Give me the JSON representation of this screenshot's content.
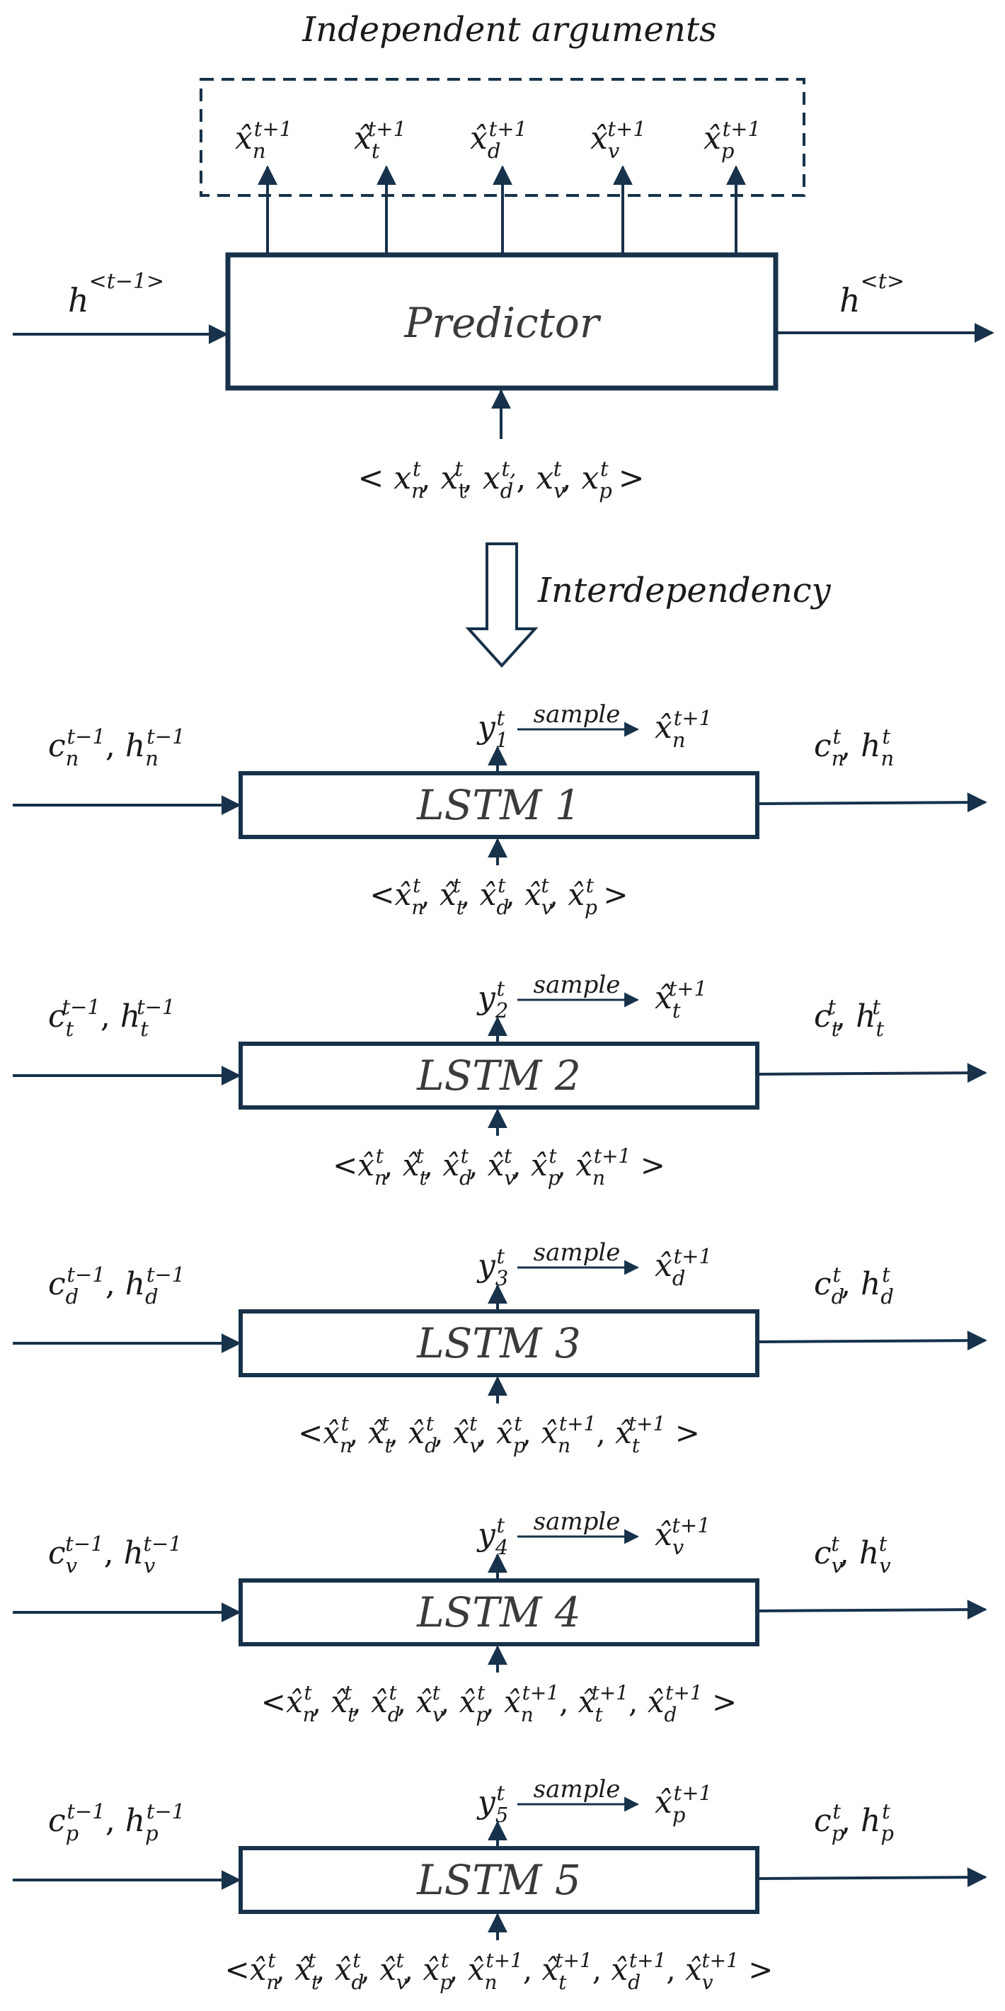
{
  "top": {
    "group_label": "Independent arguments",
    "predictor_label": "Predictor",
    "outputs": [
      {
        "base": "x̂",
        "sub": "n",
        "sup": "t+1"
      },
      {
        "base": "x̂",
        "sub": "t",
        "sup": "t+1"
      },
      {
        "base": "x̂",
        "sub": "d",
        "sup": "t+1"
      },
      {
        "base": "x̂",
        "sub": "v",
        "sup": "t+1"
      },
      {
        "base": "x̂",
        "sub": "p",
        "sup": "t+1"
      }
    ],
    "hidden_in": {
      "base": "h",
      "sup": "<t−1>"
    },
    "hidden_out": {
      "base": "h",
      "sup": "<t>"
    },
    "input": {
      "open": "< ",
      "close": " >",
      "terms": [
        {
          "base": "x",
          "sub": "n",
          "sup": "t"
        },
        {
          "base": "x",
          "sub": "t",
          "sup": "t",
          "sub_roman": true
        },
        {
          "base": "x",
          "sub": "d",
          "sup": "t,"
        },
        {
          "base": "x",
          "sub": "v",
          "sup": "t"
        },
        {
          "base": "x",
          "sub": "p",
          "sup": "t"
        }
      ]
    }
  },
  "interdependency_label": "Interdependency",
  "sample_label": "sample",
  "lstms": [
    {
      "title": "LSTM 1",
      "y": {
        "base": "y",
        "sub": "1",
        "sup": "t"
      },
      "out": {
        "base": "x̂",
        "sub": "n",
        "sup": "t+1"
      },
      "state_in": {
        "c_sub": "n",
        "h_sub": "n",
        "sup": "t−1"
      },
      "state_out": {
        "c_sub": "n",
        "h_sub": "n",
        "sup": "t"
      },
      "input_terms": [
        {
          "base": "x̂",
          "sub": "n",
          "sup": "t"
        },
        {
          "base": "x̂",
          "sub": "t",
          "sup": "t"
        },
        {
          "base": "x̂",
          "sub": "d",
          "sup": "t"
        },
        {
          "base": "x̂",
          "sub": "v",
          "sup": "t"
        },
        {
          "base": "x̂",
          "sub": "p",
          "sup": "t"
        }
      ]
    },
    {
      "title": "LSTM 2",
      "y": {
        "base": "y",
        "sub": "2",
        "sup": "t"
      },
      "out": {
        "base": "x̂",
        "sub": "t",
        "sup": "t+1"
      },
      "state_in": {
        "c_sub": "t",
        "h_sub": "t",
        "sup": "t−1"
      },
      "state_out": {
        "c_sub": "t",
        "h_sub": "t",
        "sup": "t"
      },
      "input_terms": [
        {
          "base": "x̂",
          "sub": "n",
          "sup": "t"
        },
        {
          "base": "x̂",
          "sub": "t",
          "sup": "t"
        },
        {
          "base": "x̂",
          "sub": "d",
          "sup": "t"
        },
        {
          "base": "x̂",
          "sub": "v",
          "sup": "t"
        },
        {
          "base": "x̂",
          "sub": "p",
          "sup": "t"
        },
        {
          "base": "x̂",
          "sub": "n",
          "sup": "t+1"
        }
      ]
    },
    {
      "title": "LSTM 3",
      "y": {
        "base": "y",
        "sub": "3",
        "sup": "t"
      },
      "out": {
        "base": "x̂",
        "sub": "d",
        "sup": "t+1"
      },
      "state_in": {
        "c_sub": "d",
        "h_sub": "d",
        "sup": "t−1"
      },
      "state_out": {
        "c_sub": "d",
        "h_sub": "d",
        "sup": "t"
      },
      "input_terms": [
        {
          "base": "x̂",
          "sub": "n",
          "sup": "t"
        },
        {
          "base": "x̂",
          "sub": "t",
          "sup": "t"
        },
        {
          "base": "x̂",
          "sub": "d",
          "sup": "t"
        },
        {
          "base": "x̂",
          "sub": "v",
          "sup": "t"
        },
        {
          "base": "x̂",
          "sub": "p",
          "sup": "t"
        },
        {
          "base": "x̂",
          "sub": "n",
          "sup": "t+1"
        },
        {
          "base": "x̂",
          "sub": "t",
          "sup": "t+1"
        }
      ]
    },
    {
      "title": "LSTM 4",
      "y": {
        "base": "y",
        "sub": "4",
        "sup": "t"
      },
      "out": {
        "base": "x̂",
        "sub": "v",
        "sup": "t+1"
      },
      "state_in": {
        "c_sub": "v",
        "h_sub": "v",
        "sup": "t−1"
      },
      "state_out": {
        "c_sub": "v",
        "h_sub": "v",
        "sup": "t"
      },
      "input_terms": [
        {
          "base": "x̂",
          "sub": "n",
          "sup": "t"
        },
        {
          "base": "x̂",
          "sub": "t",
          "sup": "t"
        },
        {
          "base": "x̂",
          "sub": "d",
          "sup": "t"
        },
        {
          "base": "x̂",
          "sub": "v",
          "sup": "t"
        },
        {
          "base": "x̂",
          "sub": "p",
          "sup": "t"
        },
        {
          "base": "x̂",
          "sub": "n",
          "sup": "t+1"
        },
        {
          "base": "x̂",
          "sub": "t",
          "sup": "t+1"
        },
        {
          "base": "x̂",
          "sub": "d",
          "sup": "t+1"
        }
      ]
    },
    {
      "title": "LSTM 5",
      "y": {
        "base": "y",
        "sub": "5",
        "sup": "t"
      },
      "out": {
        "base": "x̂",
        "sub": "p",
        "sup": "t+1"
      },
      "state_in": {
        "c_sub": "p",
        "h_sub": "p",
        "sup": "t−1"
      },
      "state_out": {
        "c_sub": "p",
        "h_sub": "p",
        "sup": "t"
      },
      "input_terms": [
        {
          "base": "x̂",
          "sub": "n",
          "sup": "t"
        },
        {
          "base": "x̂",
          "sub": "t",
          "sup": "t"
        },
        {
          "base": "x̂",
          "sub": "d",
          "sup": "t"
        },
        {
          "base": "x̂",
          "sub": "v",
          "sup": "t"
        },
        {
          "base": "x̂",
          "sub": "p",
          "sup": "t"
        },
        {
          "base": "x̂",
          "sub": "n",
          "sup": "t+1"
        },
        {
          "base": "x̂",
          "sub": "t",
          "sup": "t+1"
        },
        {
          "base": "x̂",
          "sub": "d",
          "sup": "t+1"
        },
        {
          "base": "x̂",
          "sub": "v",
          "sup": "t+1"
        }
      ]
    }
  ],
  "colors": {
    "stroke": "#17324a",
    "text": "#1a1a1a",
    "title": "#3a3a3a",
    "background": "#ffffff"
  }
}
